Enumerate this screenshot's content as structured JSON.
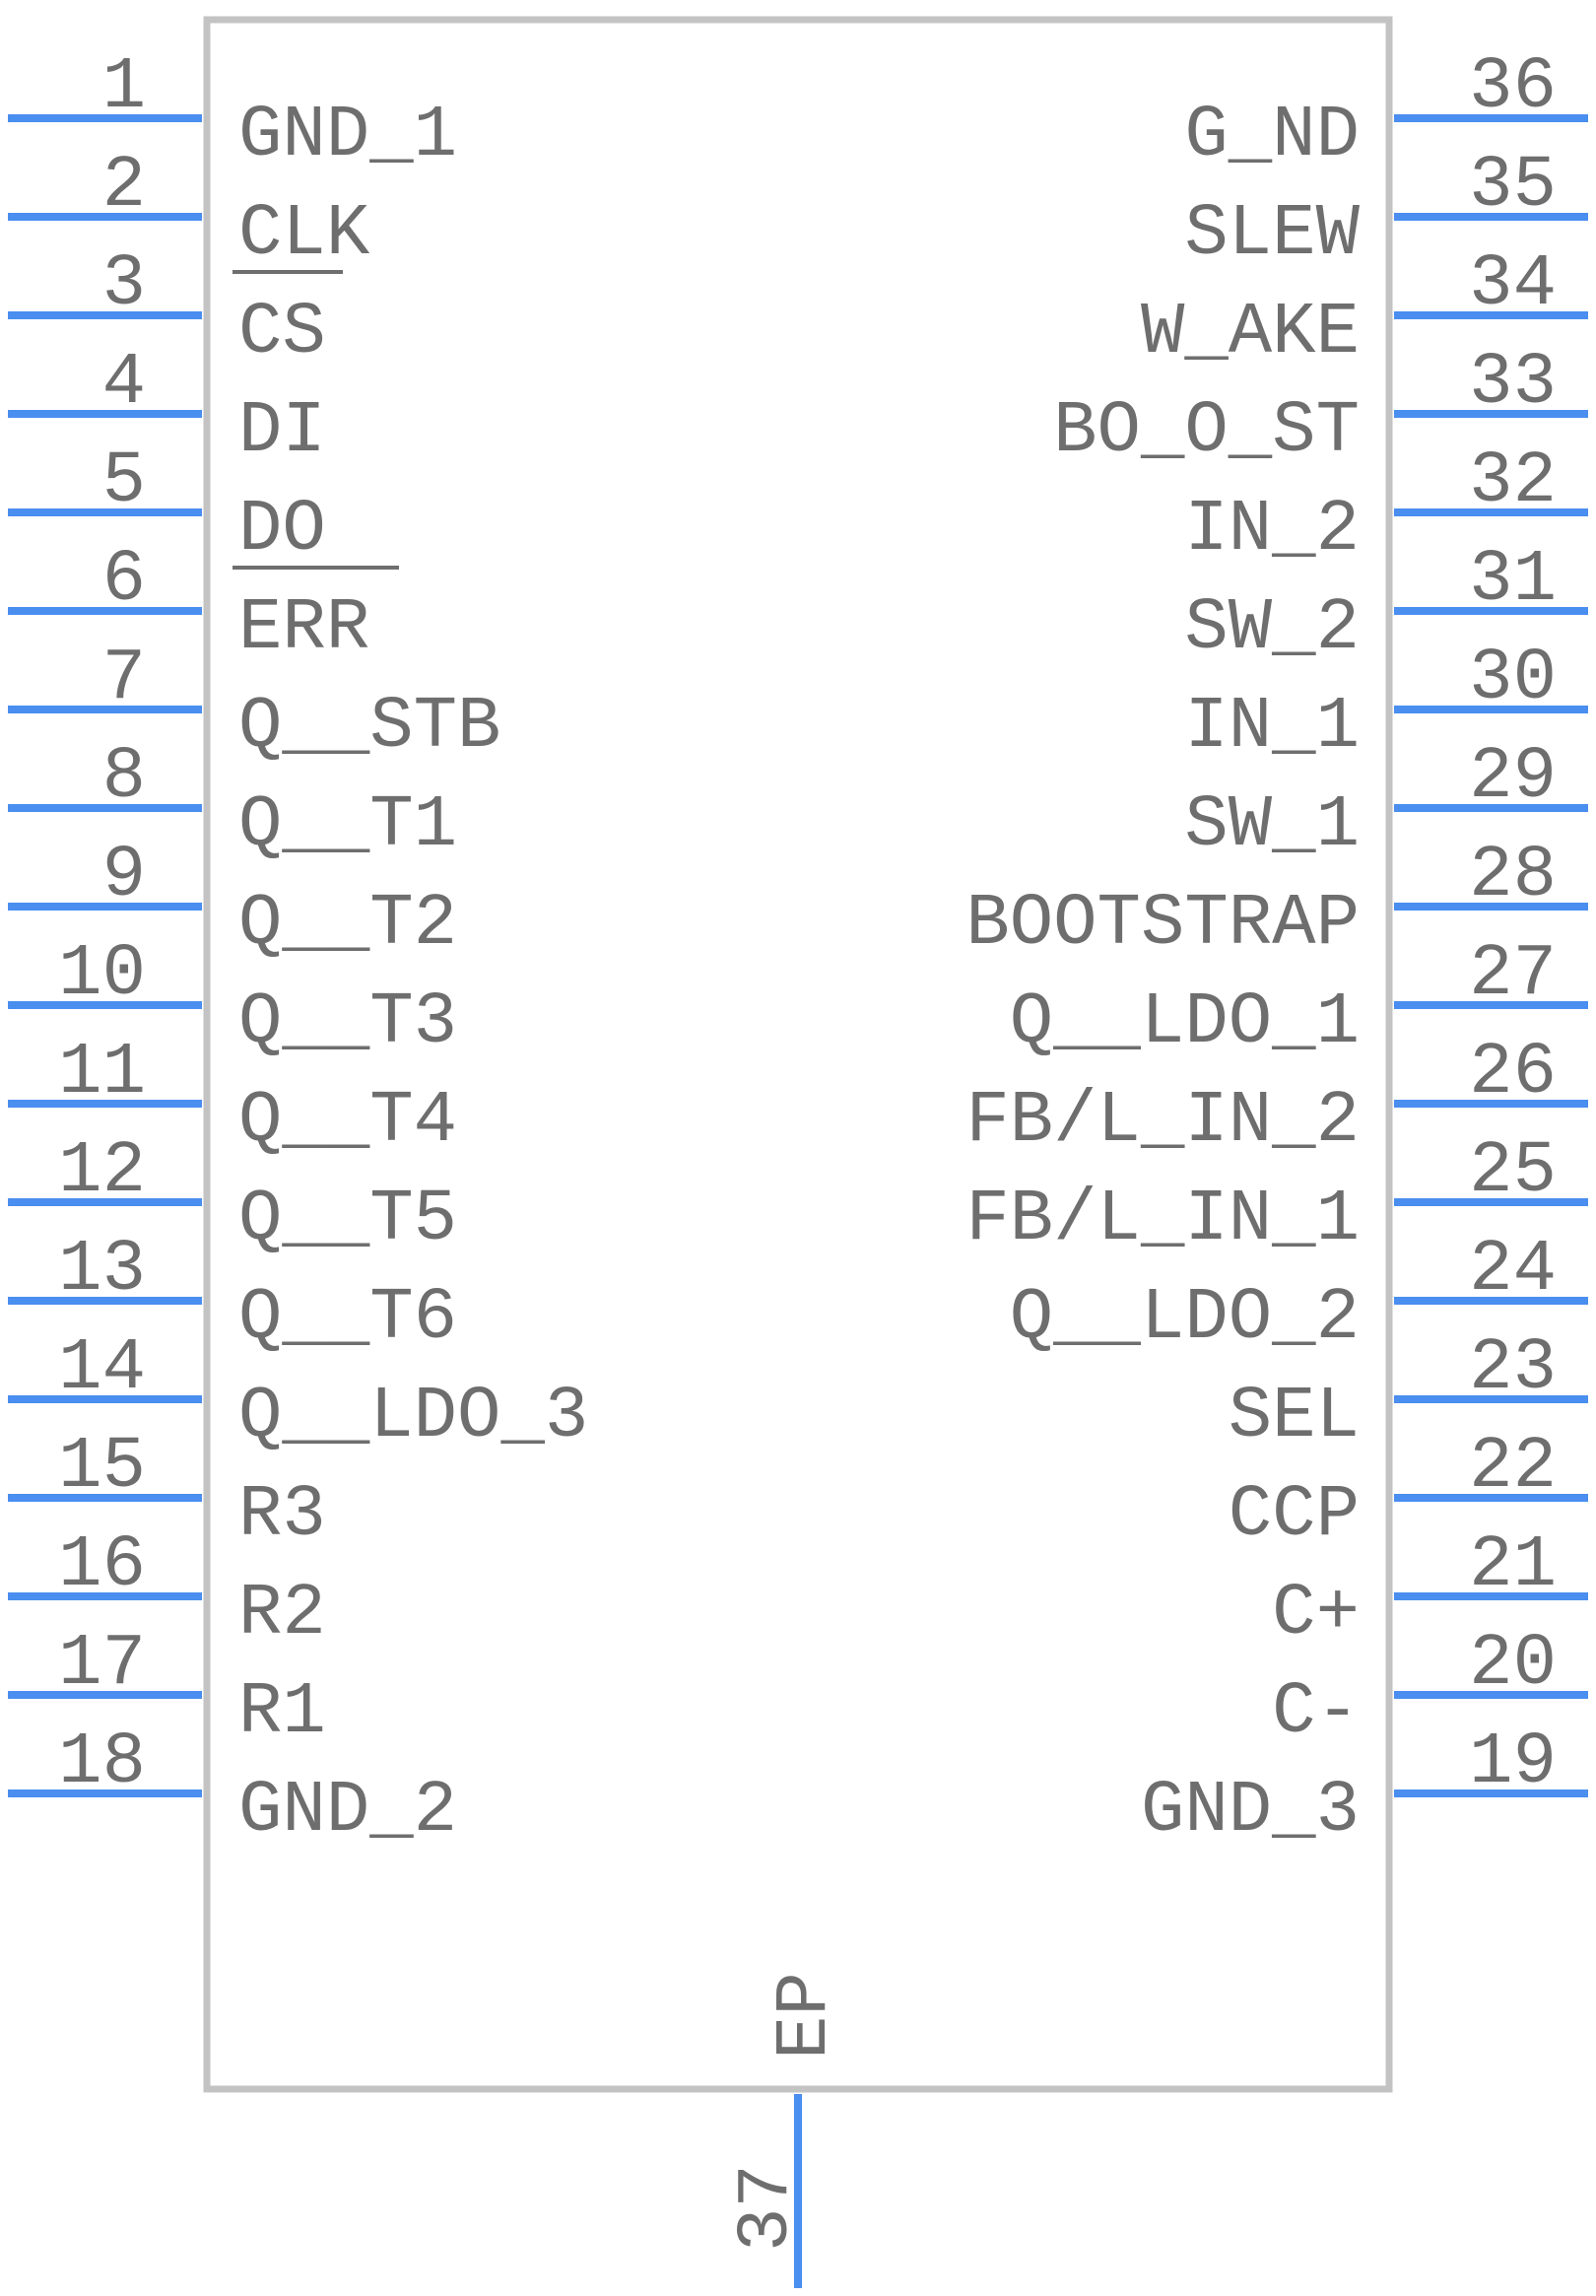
{
  "colors": {
    "body_outline": "#c3c3c3",
    "pin_line": "#4a8ef0",
    "text": "#6e6e6e"
  },
  "left_pins": [
    {
      "number": "1",
      "name": "GND_1"
    },
    {
      "number": "2",
      "name": "CLK"
    },
    {
      "number": "3",
      "name": "CS"
    },
    {
      "number": "4",
      "name": "DI"
    },
    {
      "number": "5",
      "name": "DO"
    },
    {
      "number": "6",
      "name": "ERR"
    },
    {
      "number": "7",
      "name": "Q__STB"
    },
    {
      "number": "8",
      "name": "Q__T1"
    },
    {
      "number": "9",
      "name": "Q__T2"
    },
    {
      "number": "10",
      "name": "Q__T3"
    },
    {
      "number": "11",
      "name": "Q__T4"
    },
    {
      "number": "12",
      "name": "Q__T5"
    },
    {
      "number": "13",
      "name": "Q__T6"
    },
    {
      "number": "14",
      "name": "Q__LDO_3"
    },
    {
      "number": "15",
      "name": "R3"
    },
    {
      "number": "16",
      "name": "R2"
    },
    {
      "number": "17",
      "name": "R1"
    },
    {
      "number": "18",
      "name": "GND_2"
    }
  ],
  "right_pins": [
    {
      "number": "36",
      "name": "G_ND"
    },
    {
      "number": "35",
      "name": "SLEW"
    },
    {
      "number": "34",
      "name": "W_AKE"
    },
    {
      "number": "33",
      "name": "BO_O_ST"
    },
    {
      "number": "32",
      "name": "IN_2"
    },
    {
      "number": "31",
      "name": "SW_2"
    },
    {
      "number": "30",
      "name": "IN_1"
    },
    {
      "number": "29",
      "name": "SW_1"
    },
    {
      "number": "28",
      "name": "BOOTSTRAP"
    },
    {
      "number": "27",
      "name": "Q__LDO_1"
    },
    {
      "number": "26",
      "name": "FB/L_IN_2"
    },
    {
      "number": "25",
      "name": "FB/L_IN_1"
    },
    {
      "number": "24",
      "name": "Q__LDO_2"
    },
    {
      "number": "23",
      "name": "SEL"
    },
    {
      "number": "22",
      "name": "CCP"
    },
    {
      "number": "21",
      "name": "C+"
    },
    {
      "number": "20",
      "name": "C-"
    },
    {
      "number": "19",
      "name": "GND_3"
    }
  ],
  "bottom_pin": {
    "number": "37",
    "name": "EP"
  }
}
